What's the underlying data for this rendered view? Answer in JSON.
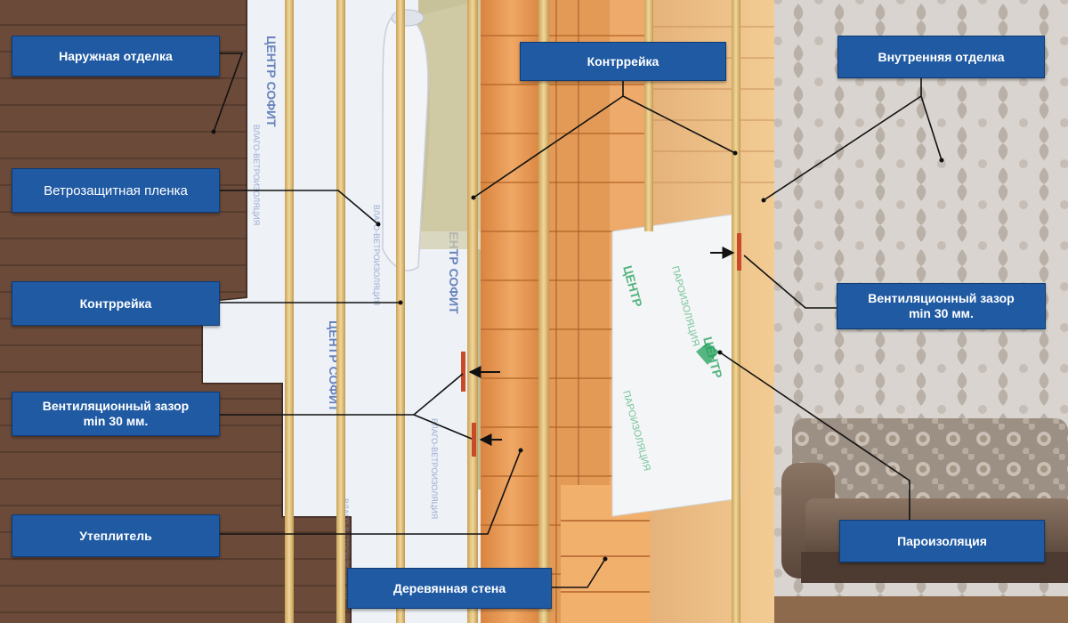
{
  "labels": {
    "outer_finish": "Наружная отделка",
    "wind_film": "Ветрозащитная пленка",
    "counter_rail_left": "Контррейка",
    "vent_gap_left_line1": "Вентиляционный зазор",
    "vent_gap_left_line2": "min 30 мм.",
    "insulation": "Утеплитель",
    "wooden_wall": "Деревянная стена",
    "counter_rail_top": "Контррейка",
    "inner_finish": "Внутренняя отделка",
    "vent_gap_right_line1": "Вентиляционный зазор",
    "vent_gap_right_line2": "min 30 мм.",
    "vapor_barrier": "Пароизоляция"
  },
  "membrane_print": {
    "wind_brand": "ЦЕНТР СОФИТ",
    "wind_type": "ВЛАГО-ВЕТРОИЗОЛЯЦИЯ",
    "vapor_brand": "ЦЕНТР",
    "vapor_type": "ПАРОИЗОЛЯЦИЯ"
  },
  "colors": {
    "label_bg": "#1f5aa3",
    "label_border": "#0e3a74",
    "label_text": "#ffffff",
    "siding": "#6b4a3a",
    "timber": "#e79a57",
    "rail": "#e6c47b",
    "insulation": "#c8c29a",
    "wind_membrane": "#eef2f7",
    "wind_print": "#3b5ea8",
    "vapor_membrane": "#f4f5f6",
    "vapor_print": "#22a05a",
    "inner_wall": "#d7d2cd",
    "sofa": "#6b5648",
    "leader_line": "#111111"
  }
}
